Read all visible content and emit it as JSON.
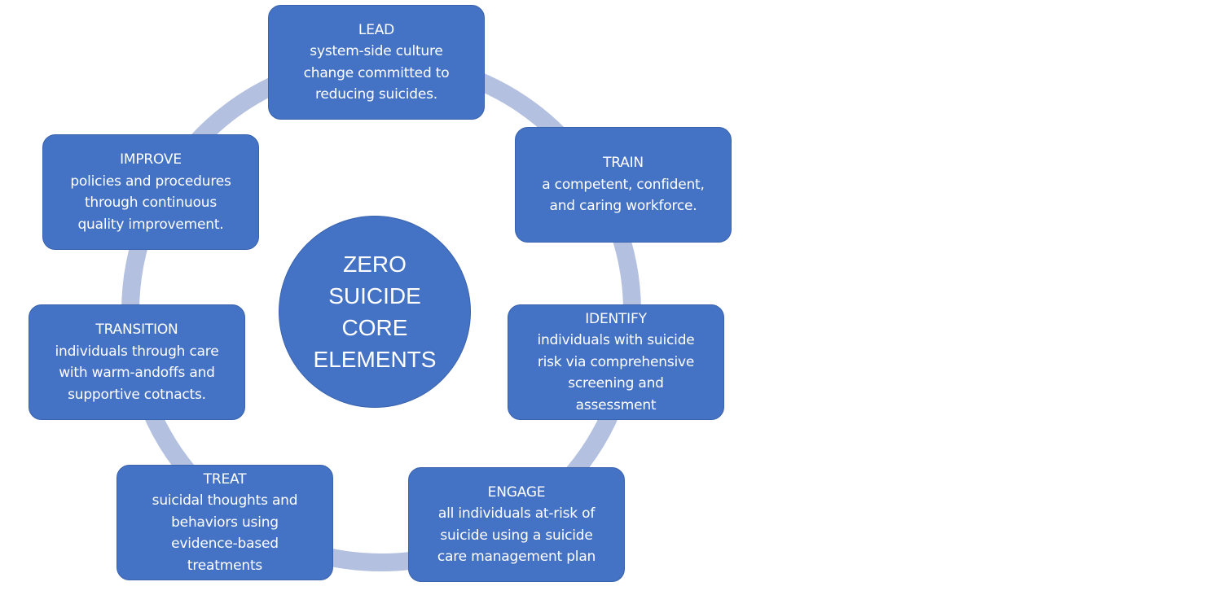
{
  "diagram": {
    "center": {
      "lines": [
        "ZERO",
        "SUICIDE",
        "CORE",
        "ELEMENTS"
      ]
    },
    "elements": [
      {
        "title": "LEAD",
        "description": "system-side culture\nchange committed  to\nreducing suicides."
      },
      {
        "title": "TRAIN",
        "description": "a competent,  confident,\nand caring workforce."
      },
      {
        "title": "IDENTIFY",
        "description": "individuals with suicide\nrisk via comprehensive\nscreening and\nassessment"
      },
      {
        "title": "ENGAGE",
        "description": "all individuals at-risk of\nsuicide using a suicide\ncare management  plan"
      },
      {
        "title": "TREAT",
        "description": "suicidal thoughts and\nbehaviors using\nevidence-based\ntreatments"
      },
      {
        "title": "TRANSITION",
        "description": "individuals through  care\nwith warm-andoffs and\nsupportive cotnacts."
      },
      {
        "title": "IMPROVE",
        "description": "policies and procedures\nthrough continuous\nquality improvement."
      }
    ],
    "colors": {
      "node_fill": "#4472c4",
      "ring": "#b4c0e0",
      "text": "#ffffff"
    }
  }
}
